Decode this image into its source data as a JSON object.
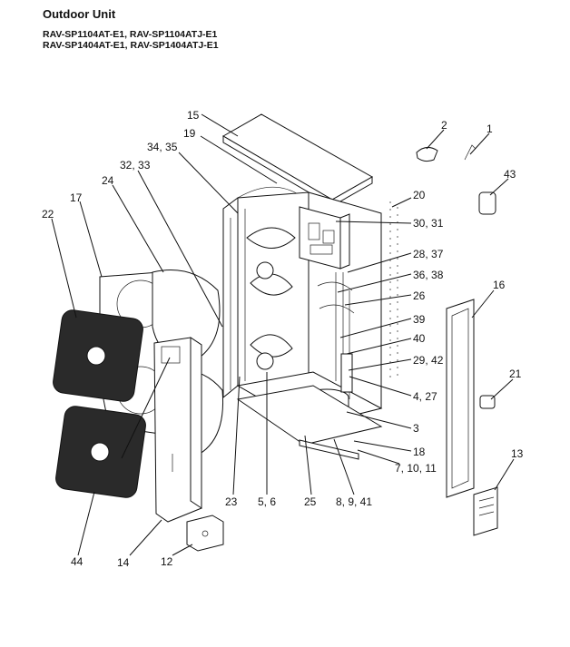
{
  "header": {
    "title": "Outdoor Unit",
    "models_line1": "RAV-SP1104AT-E1, RAV-SP1104ATJ-E1",
    "models_line2": "RAV-SP1404AT-E1, RAV-SP1404ATJ-E1"
  },
  "labels": {
    "p15": "15",
    "p2": "2",
    "p1": "1",
    "p19": "19",
    "p34_35": "34, 35",
    "p43": "43",
    "p32_33": "32, 33",
    "p20": "20",
    "p17": "17",
    "p24": "24",
    "p22": "22",
    "p30_31": "30, 31",
    "p28_37": "28, 37",
    "p36_38": "36, 38",
    "p16": "16",
    "p26": "26",
    "p39": "39",
    "p40": "40",
    "p29_42": "29, 42",
    "p21": "21",
    "p4_27": "4, 27",
    "p3": "3",
    "p18": "18",
    "p13": "13",
    "p7_10_11": "7, 10, 11",
    "p23": "23",
    "p5_6": "5, 6",
    "p25": "25",
    "p8_9_41": "8, 9, 41",
    "p44": "44",
    "p14": "14",
    "p12": "12"
  }
}
